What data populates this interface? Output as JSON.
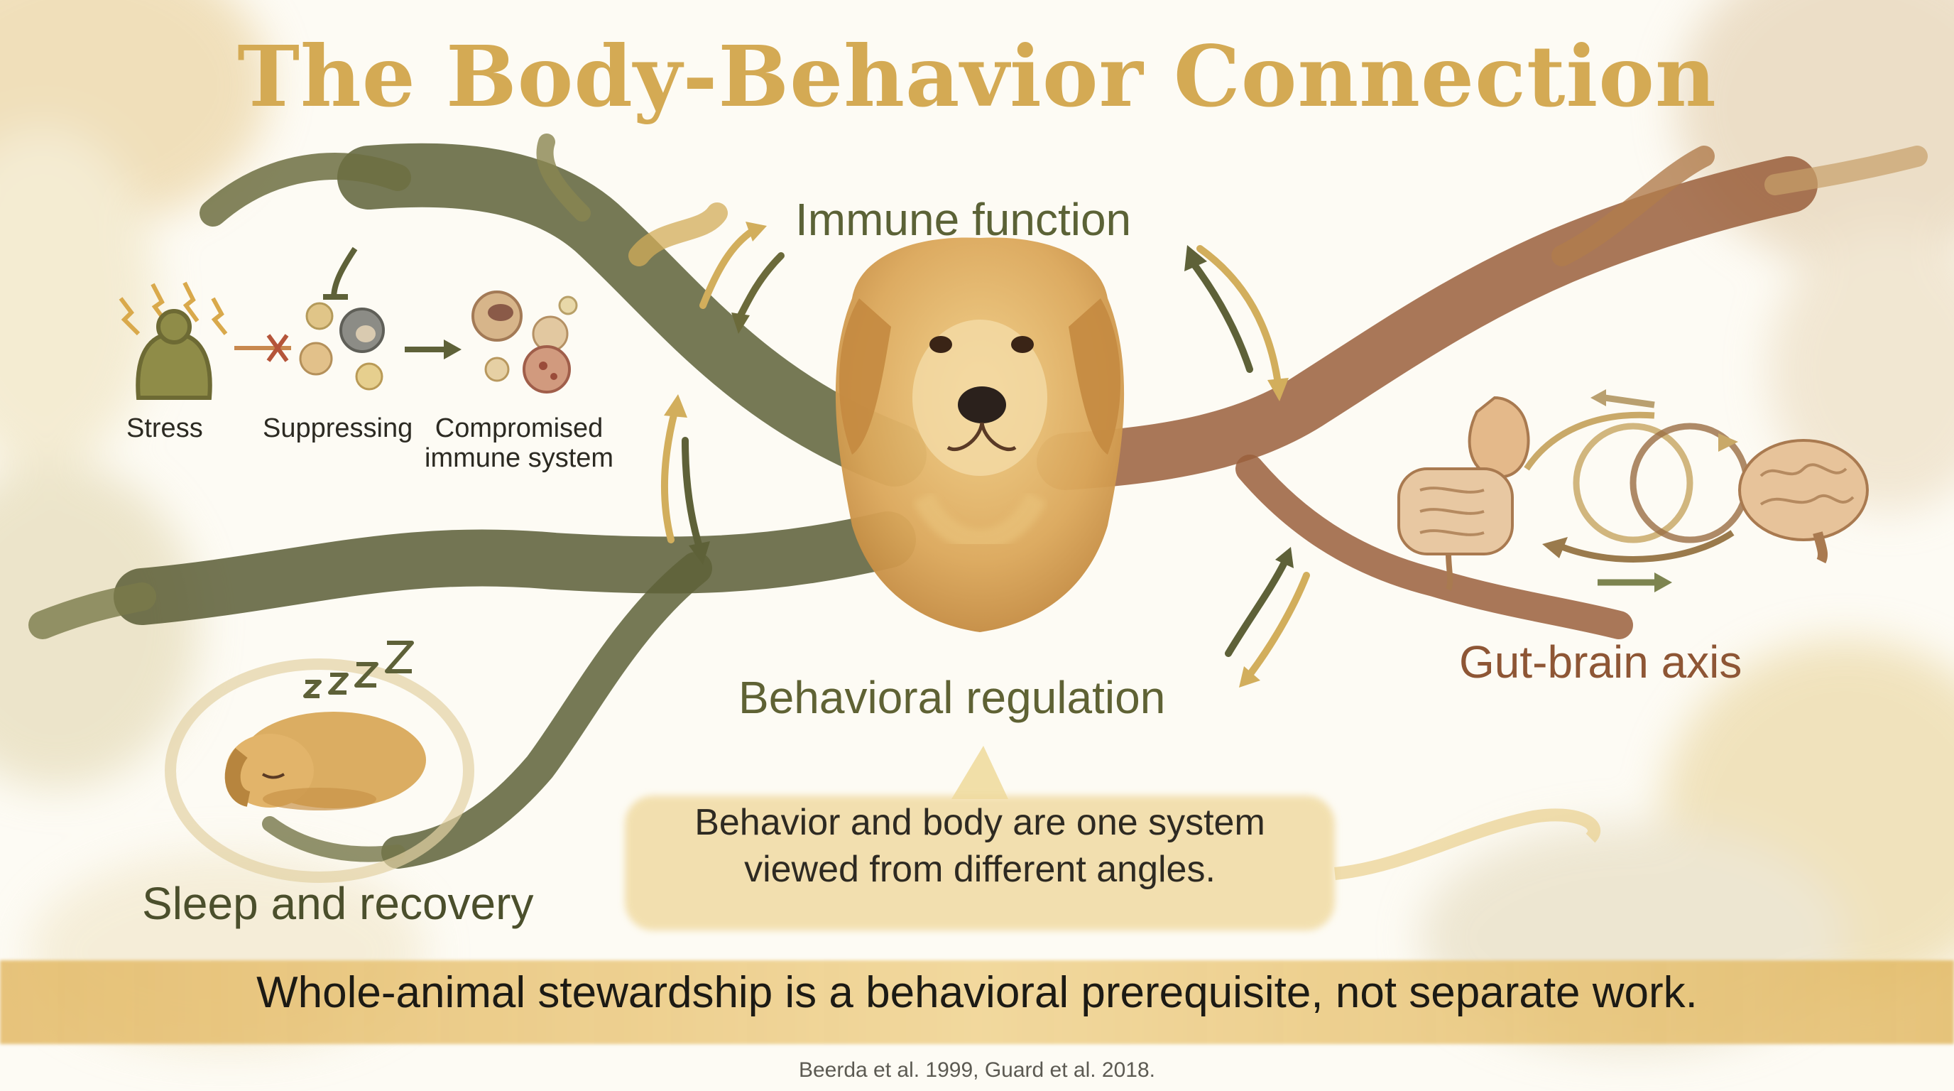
{
  "title": "The Body-Behavior Connection",
  "nodes": {
    "immune": "Immune function",
    "behavioral": "Behavioral regulation",
    "gut_brain": "Gut-brain axis",
    "sleep": "Sleep and recovery"
  },
  "stress_chain": {
    "stress": "Stress",
    "suppressing": "Suppressing",
    "compromised_line1": "Compromised",
    "compromised_line2": "immune system"
  },
  "callout": {
    "line1": "Behavior and body are one system",
    "line2": "viewed from different angles."
  },
  "banner": "Whole-animal stewardship is a behavioral prerequisite, not separate work.",
  "citation": "Beerda et al. 1999, Guard et al. 2018.",
  "colors": {
    "title": "#d4aa54",
    "olive_branch": "#5e6138",
    "brown_branch": "#9a5f3c",
    "gold_accent": "#d6ae5c",
    "banner_band": "#e8c77a"
  }
}
